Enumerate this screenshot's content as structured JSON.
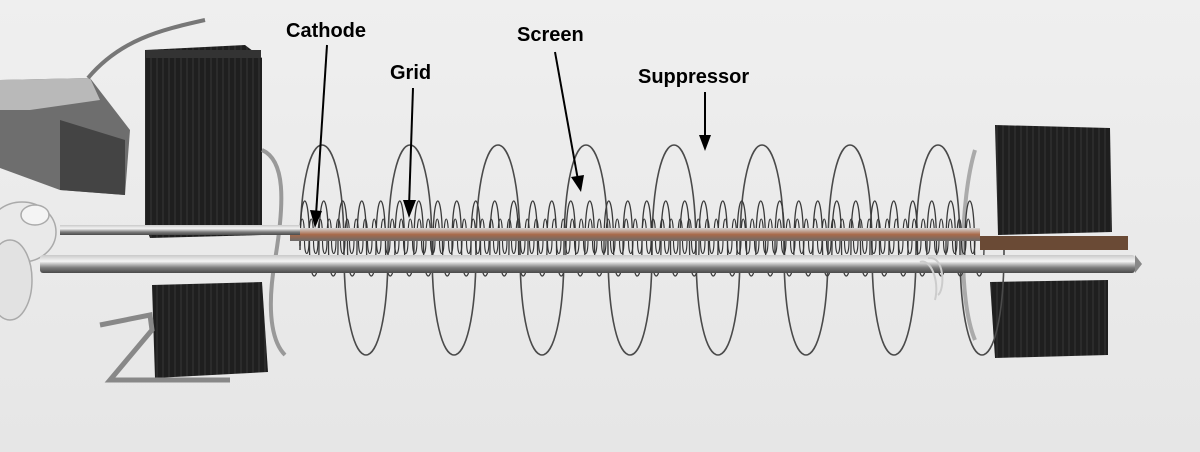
{
  "labels": {
    "cathode": "Cathode",
    "grid": "Grid",
    "screen": "Screen",
    "suppressor": "Suppressor"
  },
  "colors": {
    "background": "#ececec",
    "mica": "#1c1c1c",
    "wire": "#3a3a3a",
    "rod": "#8d8d8d",
    "label": "#000000"
  }
}
